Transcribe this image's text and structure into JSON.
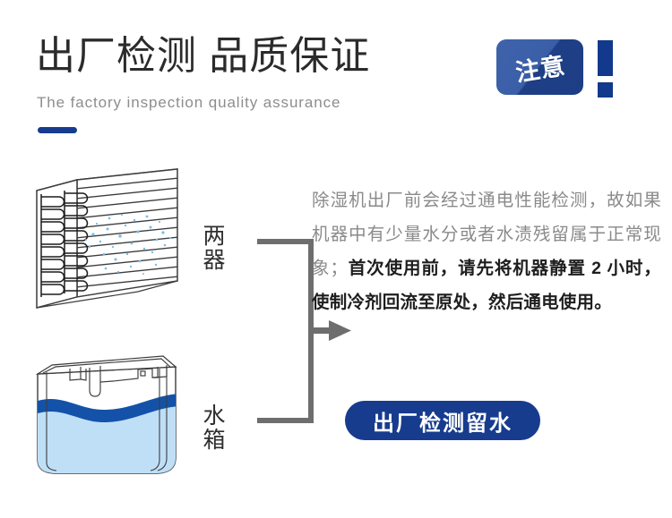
{
  "header": {
    "title": "出厂检测 品质保证",
    "subtitle": "The factory inspection quality assurance",
    "accent_color": "#173c8e",
    "title_color": "#2b2b2b",
    "subtitle_color": "#8d8d8d"
  },
  "badge": {
    "label": "注意",
    "exclamation": "!",
    "box_color": "#3a5fa8",
    "box_color_dark": "#1e3f86",
    "mark_color": "#12398b",
    "text_color": "#ffffff"
  },
  "diagram": {
    "coil_label": "两器",
    "tank_label": "水箱",
    "connector_color": "#6e6e6e",
    "coil_icon": "heat-exchanger-coil-illustration",
    "tank_icon": "water-tank-illustration",
    "arrow_icon": "right-arrow",
    "water_fill_color": "#bfdff7",
    "water_surface_color": "#1352a8",
    "droplet_color": "#79bde8",
    "outline_color": "#3c3c3c"
  },
  "body": {
    "text_regular_1": "除湿机出厂前会经过通电性能检测，故如果机器中有少量水分或者水渍残留属于正常现象；",
    "text_bold": "首次使用前，请先将机器静置 2 小时，使制冷剂回流至原处，然后通电使用。",
    "regular_color": "#8a8a8a",
    "bold_color": "#1e1e1e"
  },
  "button": {
    "label": "出厂检测留水",
    "background": "#173c8e",
    "text_color": "#ffffff"
  }
}
